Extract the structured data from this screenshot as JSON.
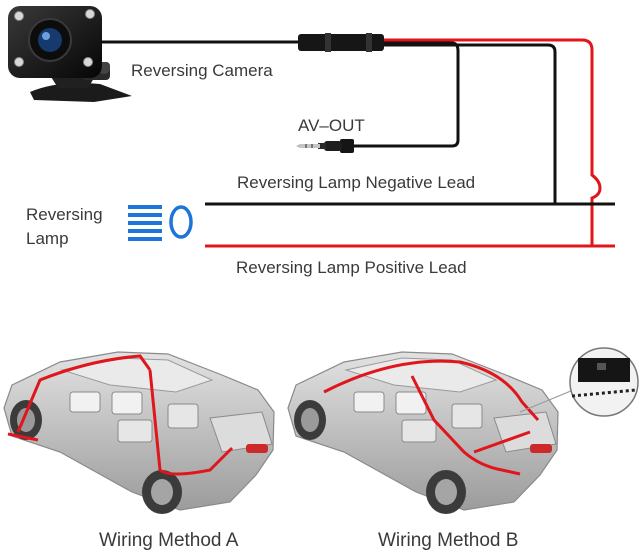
{
  "labels": {
    "camera": "Reversing Camera",
    "av_out": "AV–OUT",
    "negative_lead": "Reversing Lamp Negative Lead",
    "lamp_line1": "Reversing",
    "lamp_line2": "Lamp",
    "positive_lead": "Reversing Lamp Positive Lead",
    "method_a": "Wiring Method A",
    "method_b": "Wiring Method B"
  },
  "colors": {
    "wire_black": "#111111",
    "wire_red": "#e0161c",
    "lamp_blue": "#1d74d9",
    "car_body": "#c9c9c9",
    "text": "#3a3a3a"
  },
  "icons": {
    "camera": "reversing-camera-icon",
    "plug": "av-plug-icon",
    "lamp": "headlamp-icon",
    "car_a": "car-cutaway-icon",
    "car_b": "car-cutaway-icon"
  }
}
